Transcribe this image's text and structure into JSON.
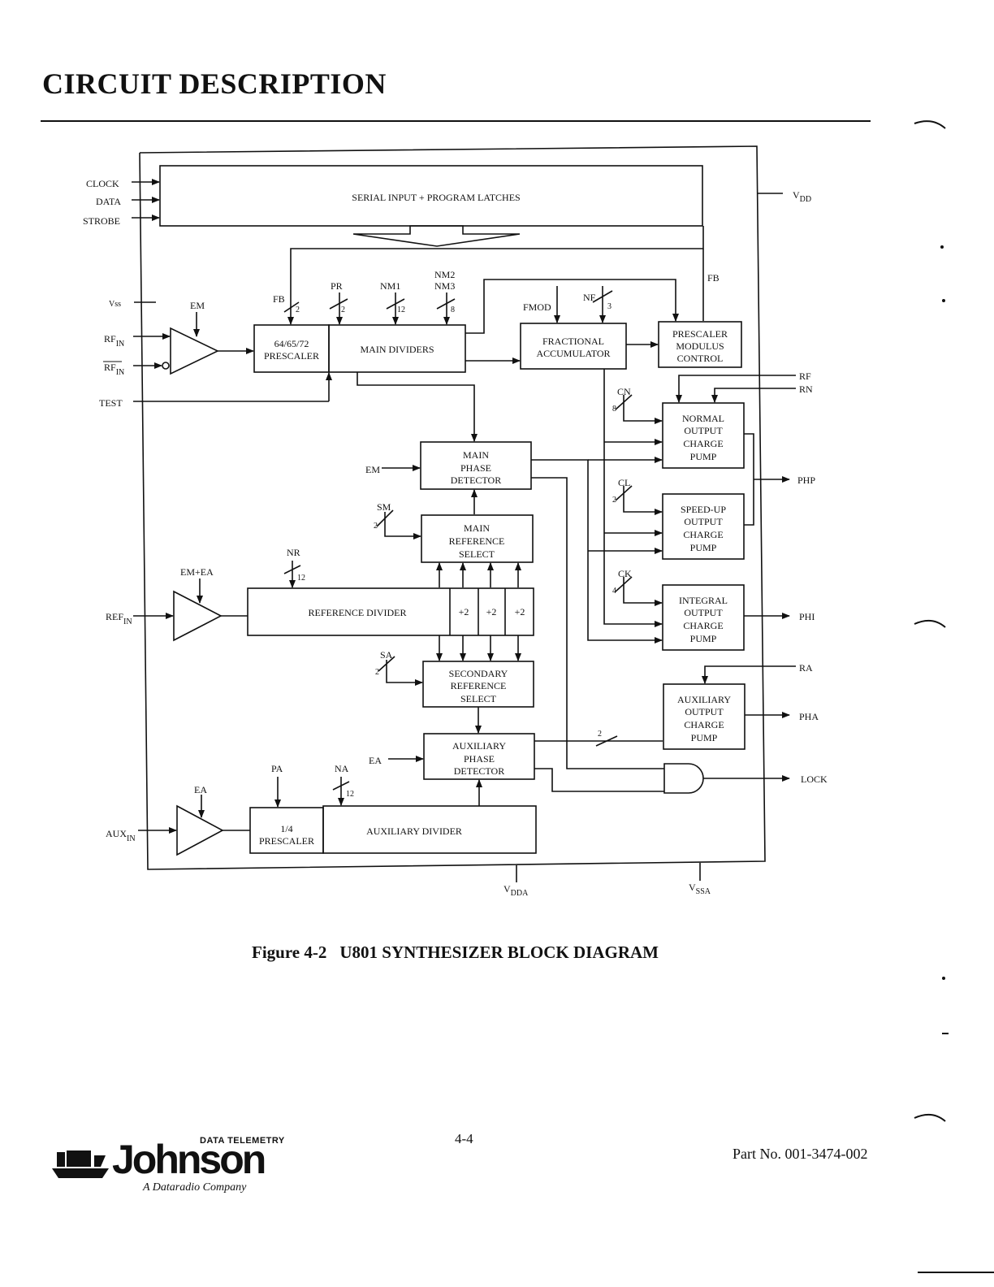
{
  "header": {
    "title": "CIRCUIT DESCRIPTION"
  },
  "diagram": {
    "blocks": {
      "serial": "SERIAL INPUT + PROGRAM LATCHES",
      "prescaler": [
        "64/65/72",
        "PRESCALER"
      ],
      "main_dividers": "MAIN DIVIDERS",
      "fractional": [
        "FRACTIONAL",
        "ACCUMULATOR"
      ],
      "modulus": [
        "PRESCALER",
        "MODULUS",
        "CONTROL"
      ],
      "main_pd": [
        "MAIN",
        "PHASE",
        "DETECTOR"
      ],
      "main_ref": [
        "MAIN",
        "REFERENCE",
        "SELECT"
      ],
      "ref_divider": "REFERENCE DIVIDER",
      "div2": "+2",
      "sec_ref": [
        "SECONDARY",
        "REFERENCE",
        "SELECT"
      ],
      "aux_pd": [
        "AUXILIARY",
        "PHASE",
        "DETECTOR"
      ],
      "aux_prescaler": [
        "1/4",
        "PRESCALER"
      ],
      "aux_divider": "AUXILIARY DIVIDER",
      "normal_cp": [
        "NORMAL",
        "OUTPUT",
        "CHARGE",
        "PUMP"
      ],
      "speedup_cp": [
        "SPEED-UP",
        "OUTPUT",
        "CHARGE",
        "PUMP"
      ],
      "integral_cp": [
        "INTEGRAL",
        "OUTPUT",
        "CHARGE",
        "PUMP"
      ],
      "aux_cp": [
        "AUXILIARY",
        "OUTPUT",
        "CHARGE",
        "PUMP"
      ]
    },
    "inputs": {
      "clock": "CLOCK",
      "data": "DATA",
      "strobe": "STROBE",
      "vss": "Vss",
      "rf_in": "RF",
      "rf_in_sub": "IN",
      "test": "TEST",
      "ref_in": "REF",
      "ref_in_sub": "IN",
      "aux_in": "AUX",
      "aux_in_sub": "IN"
    },
    "signals": {
      "em": "EM",
      "ea": "EA",
      "em_ea": "EM+EA",
      "fb": "FB",
      "pr": "PR",
      "nm1": "NM1",
      "nm2": "NM2",
      "nm3": "NM3",
      "fmod": "FMOD",
      "nf": "NF",
      "sm": "SM",
      "nr": "NR",
      "sa": "SA",
      "pa": "PA",
      "na": "NA",
      "cn": "CN",
      "cl": "CL",
      "ck": "CK",
      "rf": "RF",
      "rn": "RN",
      "ra": "RA"
    },
    "bus_widths": {
      "fb": "2",
      "pr": "2",
      "nm1": "12",
      "nm23": "8",
      "nf": "3",
      "sm": "2",
      "nr": "12",
      "sa": "2",
      "na": "12",
      "cn": "8",
      "cl": "2",
      "ck": "4",
      "aux": "2"
    },
    "outputs": {
      "vdd": "V",
      "vdd_sub": "DD",
      "php": "PHP",
      "phi": "PHI",
      "pha": "PHA",
      "lock": "LOCK",
      "vdda": "V",
      "vdda_sub": "DDA",
      "vssa": "V",
      "vssa_sub": "SSA"
    }
  },
  "caption": {
    "figure": "Figure 4-2",
    "title": "U801 SYNTHESIZER BLOCK DIAGRAM"
  },
  "footer": {
    "page_number": "4-4",
    "part_number": "Part No. 001-3474-002",
    "logo_top": "DATA TELEMETRY",
    "logo_word": "Johnson",
    "logo_sub": "A Dataradio Company"
  }
}
